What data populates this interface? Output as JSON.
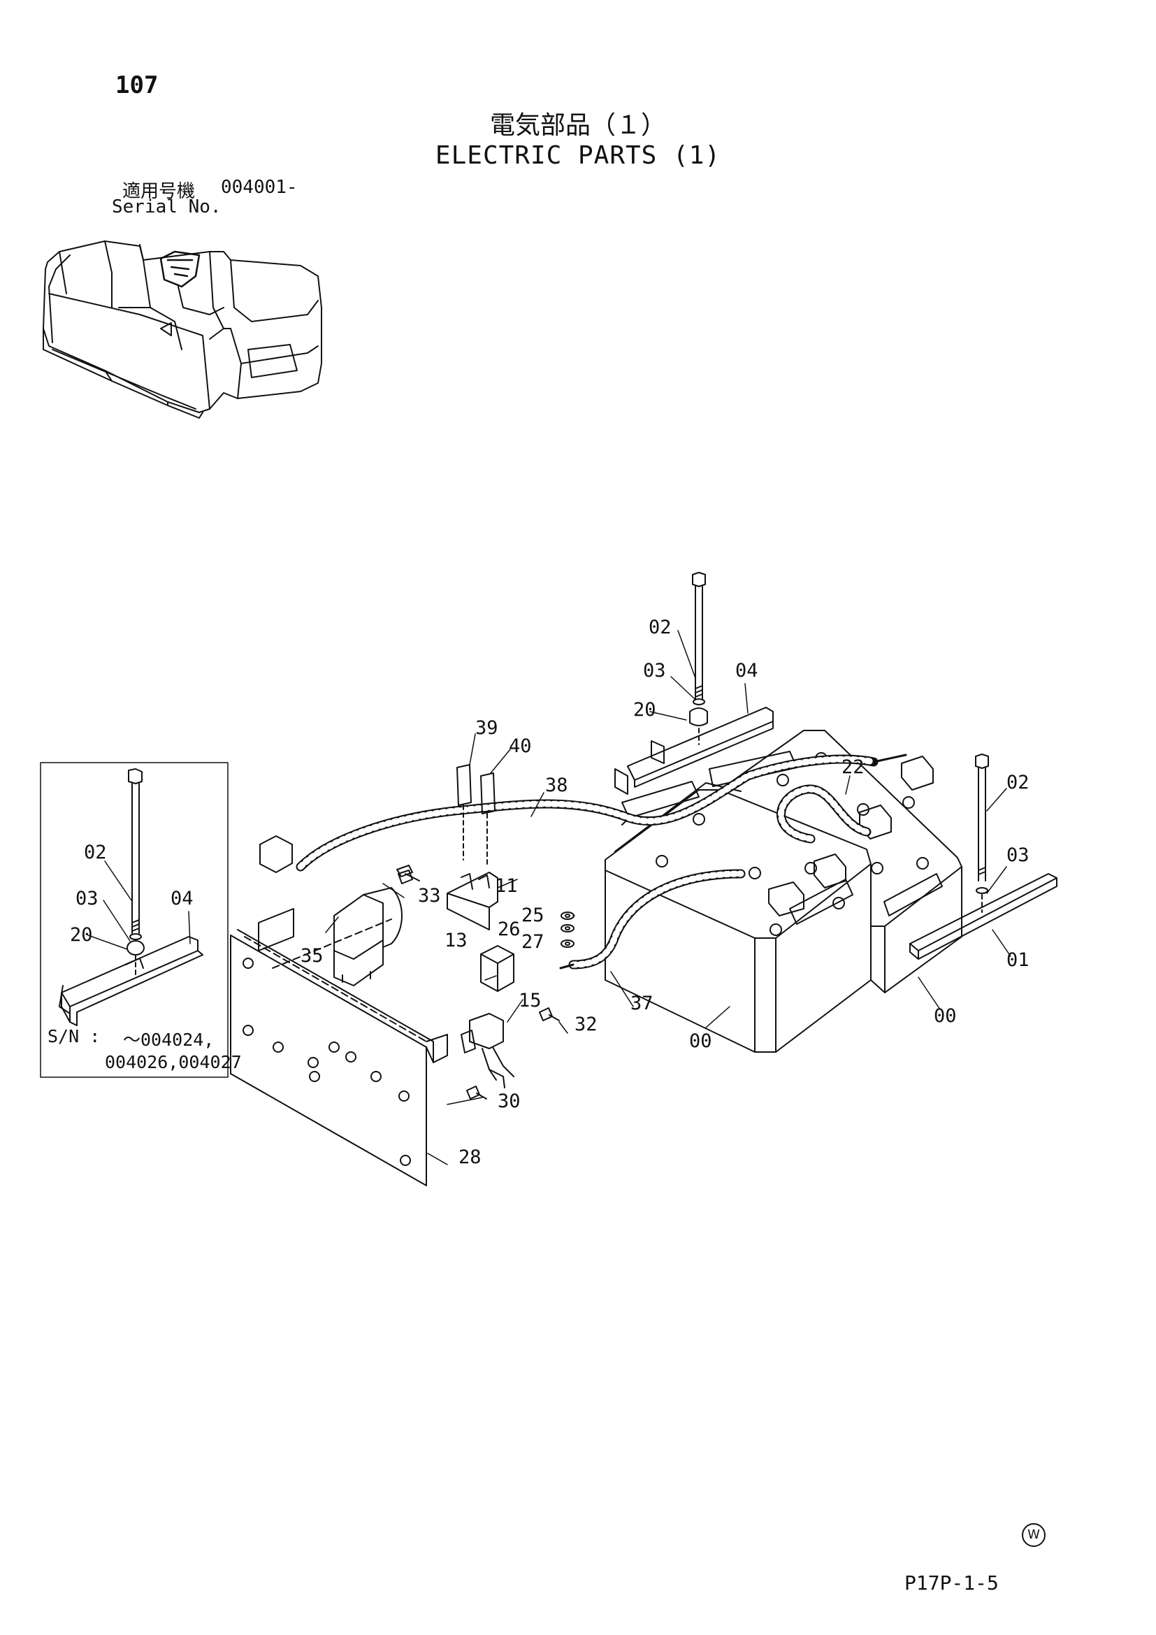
{
  "header": {
    "page_number": "107",
    "title_jp": "電気部品（１）",
    "title_en": "ELECTRIC PARTS (1)",
    "serial_label_jp": "適用号機",
    "serial_range": "004001-",
    "serial_label_en": "Serial No."
  },
  "inset": {
    "sn_label": "S/N :",
    "sn_line1": "～004024,",
    "sn_line2": "004026,004027",
    "callouts": [
      "02",
      "03",
      "04",
      "20"
    ]
  },
  "callouts": [
    "00",
    "00",
    "01",
    "02",
    "02",
    "03",
    "03",
    "04",
    "11",
    "13",
    "15",
    "20",
    "22",
    "25",
    "26",
    "27",
    "28",
    "30",
    "32",
    "33",
    "35",
    "37",
    "38",
    "39",
    "40"
  ],
  "footer": {
    "watermark": "W",
    "plate_code": "P17P-1-5"
  }
}
